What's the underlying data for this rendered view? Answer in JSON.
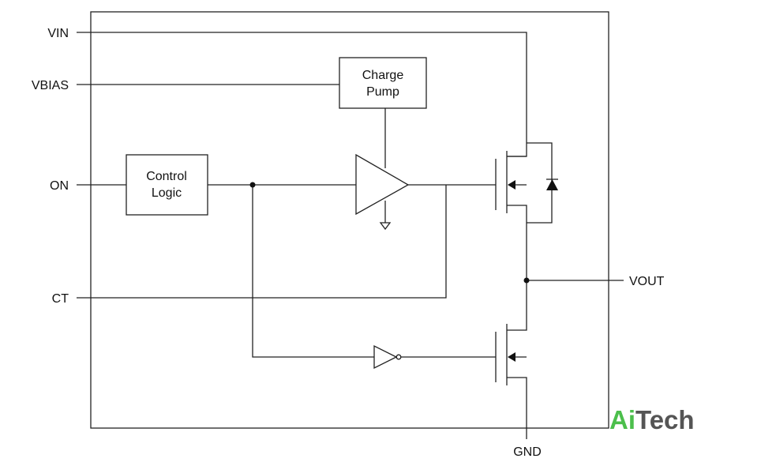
{
  "pins": {
    "vin": "VIN",
    "vbias": "VBIAS",
    "on": "ON",
    "ct": "CT",
    "vout": "VOUT",
    "gnd": "GND"
  },
  "blocks": {
    "charge_pump": {
      "line1": "Charge",
      "line2": "Pump"
    },
    "control_logic": {
      "line1": "Control",
      "line2": "Logic"
    }
  },
  "watermark": {
    "part1": "Ai",
    "part2": "Tech",
    "color1": "#4cbf4c",
    "color2": "#555555"
  }
}
